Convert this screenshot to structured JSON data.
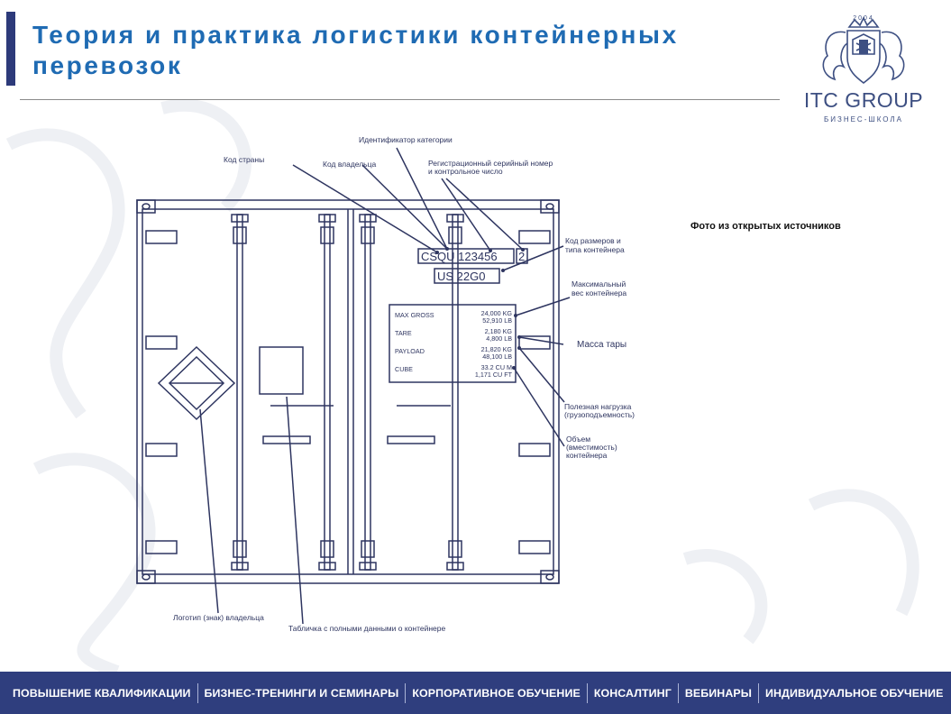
{
  "header": {
    "title": "Теория и практика логистики контейнерных перевозок"
  },
  "logo": {
    "year": "2004",
    "name": "ITC GROUP",
    "subtitle": "БИЗНЕС-ШКОЛА"
  },
  "photo_credit": "Фото из открытых источников",
  "diagram": {
    "labels": {
      "category_id": "Идентификатор категории",
      "country_code": "Код страны",
      "owner_code": "Код владельца",
      "serial_line1": "Регистрационный серийный номер",
      "serial_line2": "и контрольное число",
      "size_type_line1": "Код размеров и",
      "size_type_line2": "типа контейнера",
      "max_weight_line1": "Максимальный",
      "max_weight_line2": "вес контейнера",
      "tare_weight": "Масса тары",
      "payload_line1": "Полезная нагрузка",
      "payload_line2": "(грузоподъемность)",
      "volume_line1": "Объем",
      "volume_line2": "(вместимость)",
      "volume_line3": "контейнера",
      "owner_logo": "Логотип (знак) владельца",
      "data_plate": "Табличка с полными данными о контейнере"
    },
    "marking": {
      "container_number": "CSQU 123456",
      "check_digit": "2",
      "size_type": "US 22G0"
    },
    "plate": {
      "max_gross_label": "MAX GROSS",
      "max_gross_kg": "24,000 KG",
      "max_gross_lb": "52,910 LB",
      "tare_label": "TARE",
      "tare_kg": "2,180 KG",
      "tare_lb": "4,800 LB",
      "payload_label": "PAYLOAD",
      "payload_kg": "21,820 KG",
      "payload_lb": "48,100 LB",
      "cube_label": "CUBE",
      "cube_m": "33.2 CU M",
      "cube_ft": "1,171 CU FT"
    }
  },
  "footer": {
    "items": [
      "ПОВЫШЕНИЕ КВАЛИФИКАЦИИ",
      "БИЗНЕС-ТРЕНИНГИ И СЕМИНАРЫ",
      "КОРПОРАТИВНОЕ ОБУЧЕНИЕ",
      "КОНСАЛТИНГ",
      "ВЕБИНАРЫ",
      "ИНДИВИДУАЛЬНОЕ ОБУЧЕНИЕ"
    ]
  },
  "colors": {
    "title": "#1f6bb3",
    "accent_bar": "#2d3a7a",
    "footer_bg": "#2f3e7e",
    "logo": "#3d4f82",
    "drawing_line": "#2e3560"
  }
}
